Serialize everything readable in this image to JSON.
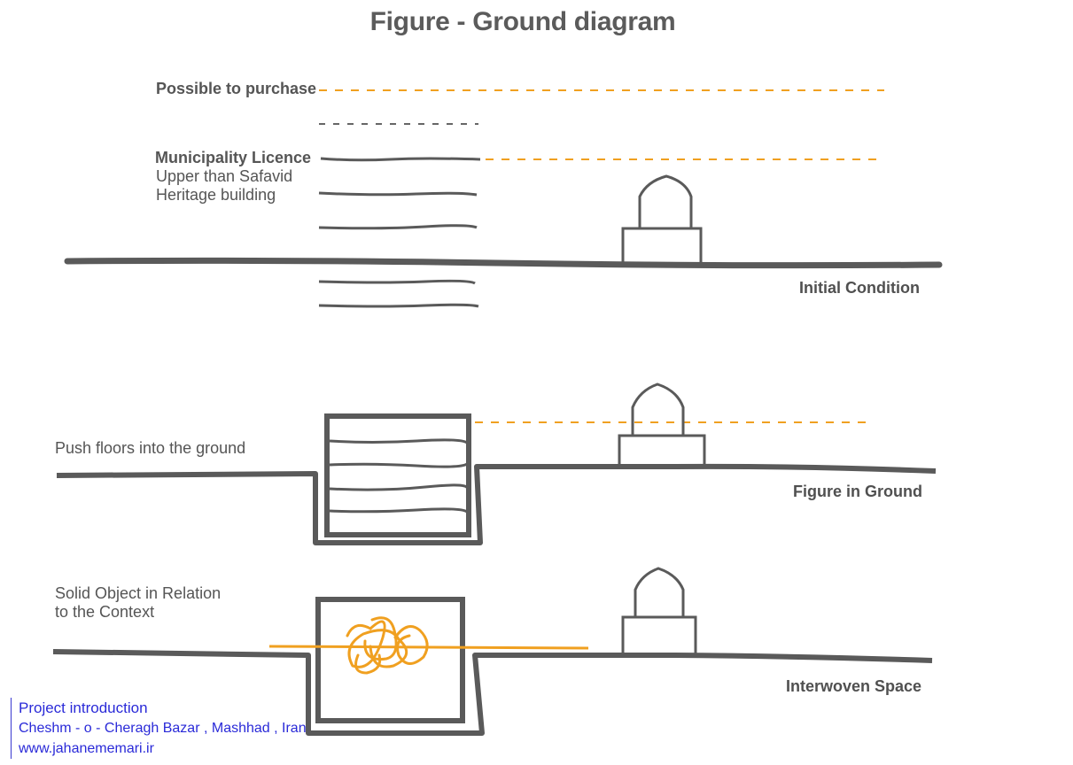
{
  "title": "Figure - Ground diagram",
  "labels": {
    "possible_to_purchase": "Possible to purchase",
    "municipality_licence": "Municipality Licence",
    "upper_than_safavid_1": "Upper than Safavid",
    "upper_than_safavid_2": "Heritage building",
    "push_floors": "Push floors into the ground",
    "solid_object_1": "Solid Object in Relation",
    "solid_object_2": "to the Context",
    "initial_condition": "Initial Condition",
    "figure_in_ground": "Figure in Ground",
    "interwoven_space": "Interwoven Space"
  },
  "credit": {
    "line1": "Project introduction",
    "line2": "Cheshm - o - Cheragh Bazar , Mashhad , Iran",
    "line3": "www.jahanememari.ir"
  },
  "colors": {
    "text": "#555555",
    "ground_line": "#5a5a5a",
    "accent_orange": "#f0a020",
    "credit_blue": "#2a2ad8"
  }
}
